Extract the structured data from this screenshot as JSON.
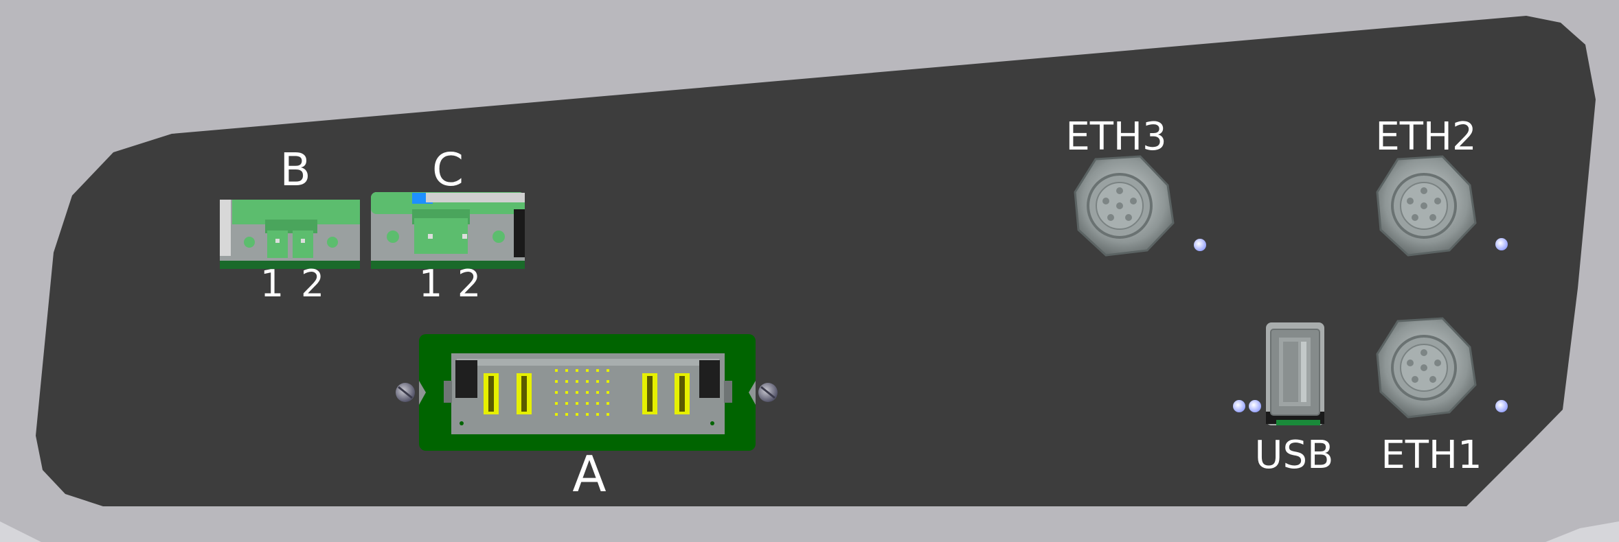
{
  "labels": {
    "connector_a": "A",
    "connector_b": "B",
    "connector_c": "C",
    "usb": "USB",
    "eth1": "ETH1",
    "eth2": "ETH2",
    "eth3": "ETH3",
    "pin1": "1",
    "pin2": "2"
  },
  "colors": {
    "background": "#b9b8bd",
    "panel": "#3d3d3d",
    "terminal_green": "#5cbd6e",
    "pcb_green": "#006400",
    "connector_gray": "#9aa0a0",
    "pin_yellow": "#e6f000",
    "accent_blue": "#1e90ff",
    "label_white": "#ffffff"
  },
  "icons": {
    "eth_ports": "m12-circular-connector-icon",
    "usb_port": "usb-a-port-icon",
    "screws": "screw-head-icon",
    "leds": "indicator-led-icon"
  }
}
